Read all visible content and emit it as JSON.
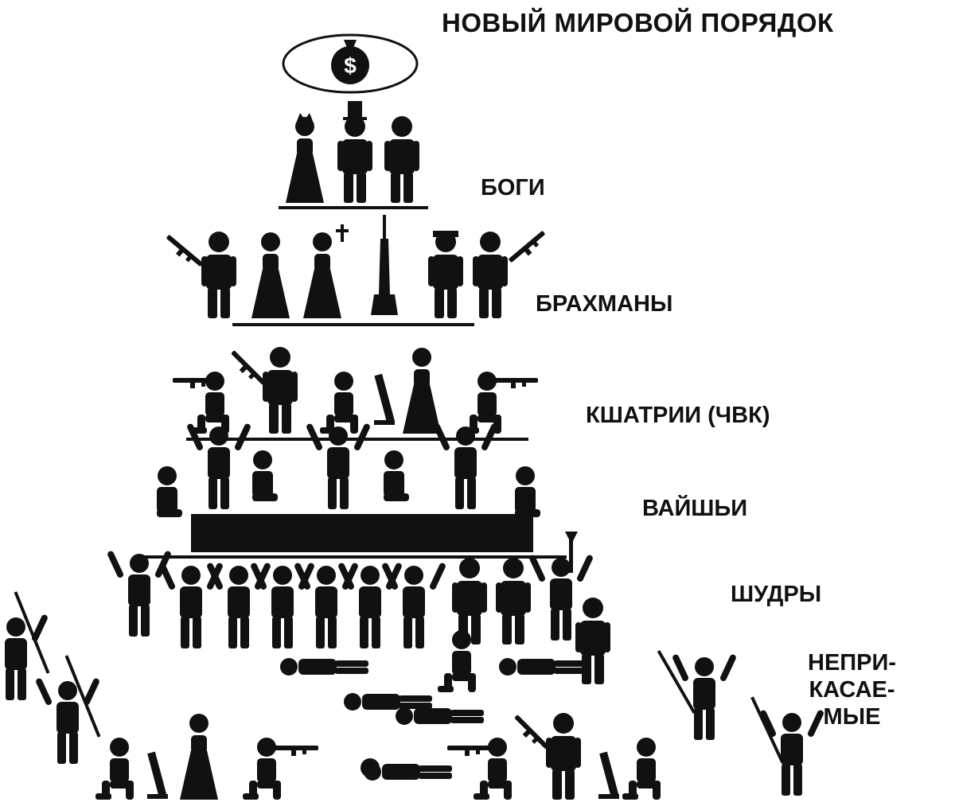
{
  "title": "НОВЫЙ МИРОВОЙ ПОРЯДОК",
  "emblem": {
    "symbol": "$",
    "icon": "money-bag-icon"
  },
  "tiers": [
    {
      "id": "gods",
      "label": "БОГИ"
    },
    {
      "id": "brahmins",
      "label": "БРАХМАНЫ"
    },
    {
      "id": "kshatriyas",
      "label": "КШАТРИИ (ЧВК)"
    },
    {
      "id": "vaishyas",
      "label": "ВАЙШЬИ"
    },
    {
      "id": "shudras",
      "label": "ШУДРЫ"
    },
    {
      "id": "untouchables",
      "label_lines": [
        "НЕПРИ-",
        "КАСАЕ-",
        "МЫЕ"
      ]
    }
  ],
  "colors": {
    "ink": "#111111",
    "background": "#ffffff"
  }
}
